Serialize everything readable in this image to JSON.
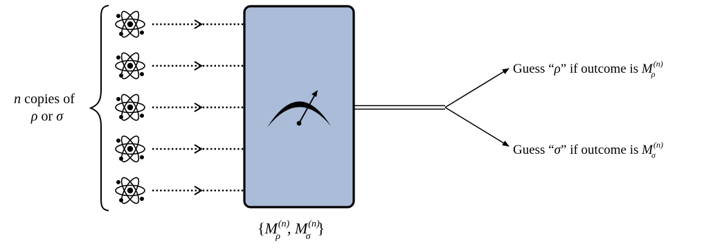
{
  "input_label": {
    "var_n": "n",
    "line1_rest": " copies of",
    "rho": "ρ",
    "or": " or ",
    "sigma": "σ"
  },
  "atoms": {
    "count": 5,
    "icon": "atom-icon"
  },
  "device": {
    "fill_color": "#aabcd8",
    "border_color": "#000000",
    "icon": "measurement-meter-icon"
  },
  "povm_label": {
    "open": "{",
    "M": "M",
    "sup": "(n)",
    "sub_rho": "ρ",
    "sub_sigma": "σ",
    "comma": ", ",
    "close": "}"
  },
  "outcomes": {
    "upper": {
      "prefix": "Guess “",
      "symbol": "ρ",
      "mid": "” if outcome is ",
      "M": "M",
      "sup": "(n)",
      "sub": "ρ"
    },
    "lower": {
      "prefix": "Guess “",
      "symbol": "σ",
      "mid": "” if outcome is ",
      "M": "M",
      "sup": "(n)",
      "sub": "σ"
    }
  }
}
